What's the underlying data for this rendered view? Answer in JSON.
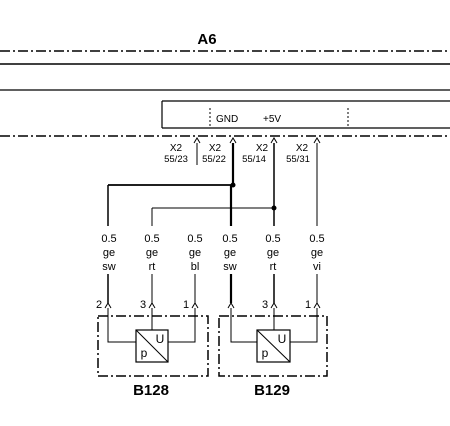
{
  "module": {
    "name": "A6",
    "pin_gnd": "GND",
    "pin_5v": "+5V"
  },
  "connectors": [
    {
      "id": "X2",
      "pins": "55/23"
    },
    {
      "id": "X2",
      "pins": "55/22"
    },
    {
      "id": "X2",
      "pins": "55/14"
    },
    {
      "id": "X2",
      "pins": "55/31"
    }
  ],
  "wires": [
    {
      "gauge": "0.5",
      "color1": "ge",
      "color2": "sw"
    },
    {
      "gauge": "0.5",
      "color1": "ge",
      "color2": "rt"
    },
    {
      "gauge": "0.5",
      "color1": "ge",
      "color2": "bl"
    },
    {
      "gauge": "0.5",
      "color1": "ge",
      "color2": "sw"
    },
    {
      "gauge": "0.5",
      "color1": "ge",
      "color2": "rt"
    },
    {
      "gauge": "0.5",
      "color1": "ge",
      "color2": "vi"
    }
  ],
  "pins": [
    "2",
    "3",
    "1",
    "3",
    "1"
  ],
  "sensors": [
    {
      "name": "B128",
      "sym_p": "p",
      "sym_u": "U"
    },
    {
      "name": "B129",
      "sym_p": "p",
      "sym_u": "U"
    }
  ]
}
